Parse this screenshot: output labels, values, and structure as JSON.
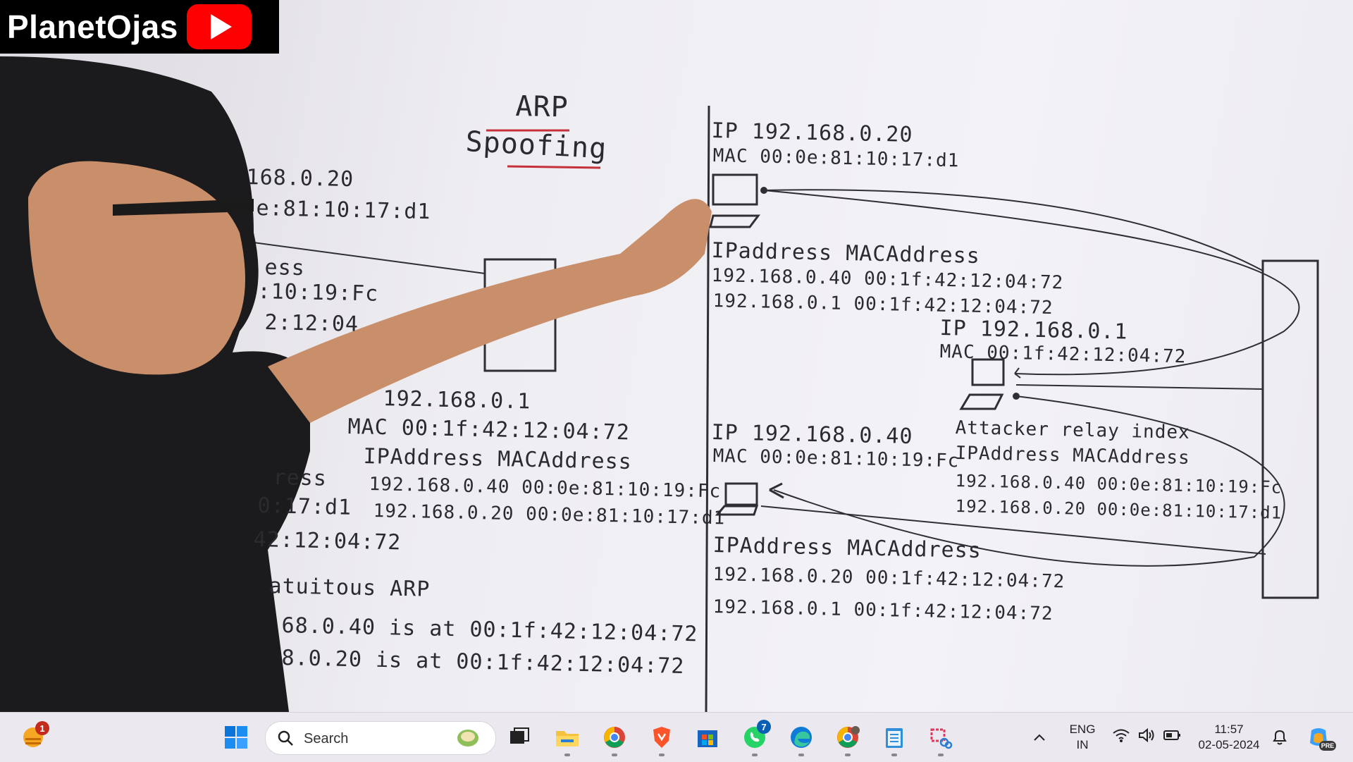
{
  "channel": {
    "name": "PlanetOjas",
    "logo_icon": "youtube-logo-icon"
  },
  "board": {
    "title_line1": "ARP",
    "title_line2": "Spoofing",
    "left": {
      "ip_partial": "168.0.20",
      "mac_partial": "e:81:10:17:d1",
      "ess_partial": "ess",
      "line_10_19": ":10:19:Fc",
      "line_2_12": "2:12:04",
      "router_ip": "192.168.0.1",
      "router_mac": "MAC 00:1f:42:12:04:72",
      "table_header": "IPAddress  MACAddress",
      "table_rows": [
        "192.168.0.40  00:0e:81:10:19:Fc",
        "192.168.0.20 00:0e:81:10:17:d1"
      ],
      "ress_partial": "ress",
      "line_17_d1": "0:17:d1",
      "line_42_12": "42:12:04:72",
      "gratuitous": "atuitous ARP",
      "claim1": "68.0.40 is at 00:1f:42:12:04:72",
      "claim2": "8.0.20 is at 00:1f:42:12:04:72"
    },
    "right": {
      "victim1_ip": "IP 192.168.0.20",
      "victim1_mac": "MAC 00:0e:81:10:17:d1",
      "victim1_table_header": "IPaddress  MACAddress",
      "victim1_table_rows": [
        "192.168.0.40 00:1f:42:12:04:72",
        "192.168.0.1  00:1f:42:12:04:72"
      ],
      "attacker_ip": "IP 192.168.0.1",
      "attacker_mac": "MAC 00:1f:42:12:04:72",
      "attacker_label": "Attacker relay index",
      "attacker_table_header": "IPAddress  MACAddress",
      "attacker_table_rows": [
        "192.168.0.40  00:0e:81:10:19:Fc",
        "192.168.0.20  00:0e:81:10:17:d1"
      ],
      "victim2_ip": "IP 192.168.0.40",
      "victim2_mac": "MAC 00:0e:81:10:19:Fc",
      "victim2_table_header": "IPAddress  MACAddress",
      "victim2_table_rows": [
        "192.168.0.20  00:1f:42:12:04:72",
        "192.168.0.1  00:1f:42:12:04:72"
      ]
    }
  },
  "taskbar": {
    "weather_badge": "1",
    "search_placeholder": "Search",
    "whatsapp_badge": "7",
    "tray": {
      "lang_line1": "ENG",
      "lang_line2": "IN",
      "time": "11:57",
      "date": "02-05-2024",
      "copilot_badge": "PRE"
    },
    "apps": [
      "start-icon",
      "search-icon",
      "task-view-icon",
      "file-explorer-icon",
      "chrome-icon",
      "brave-icon",
      "microsoft-store-icon",
      "whatsapp-icon",
      "edge-icon",
      "chrome-profile-icon",
      "notepad-icon",
      "snipping-tool-icon"
    ]
  }
}
